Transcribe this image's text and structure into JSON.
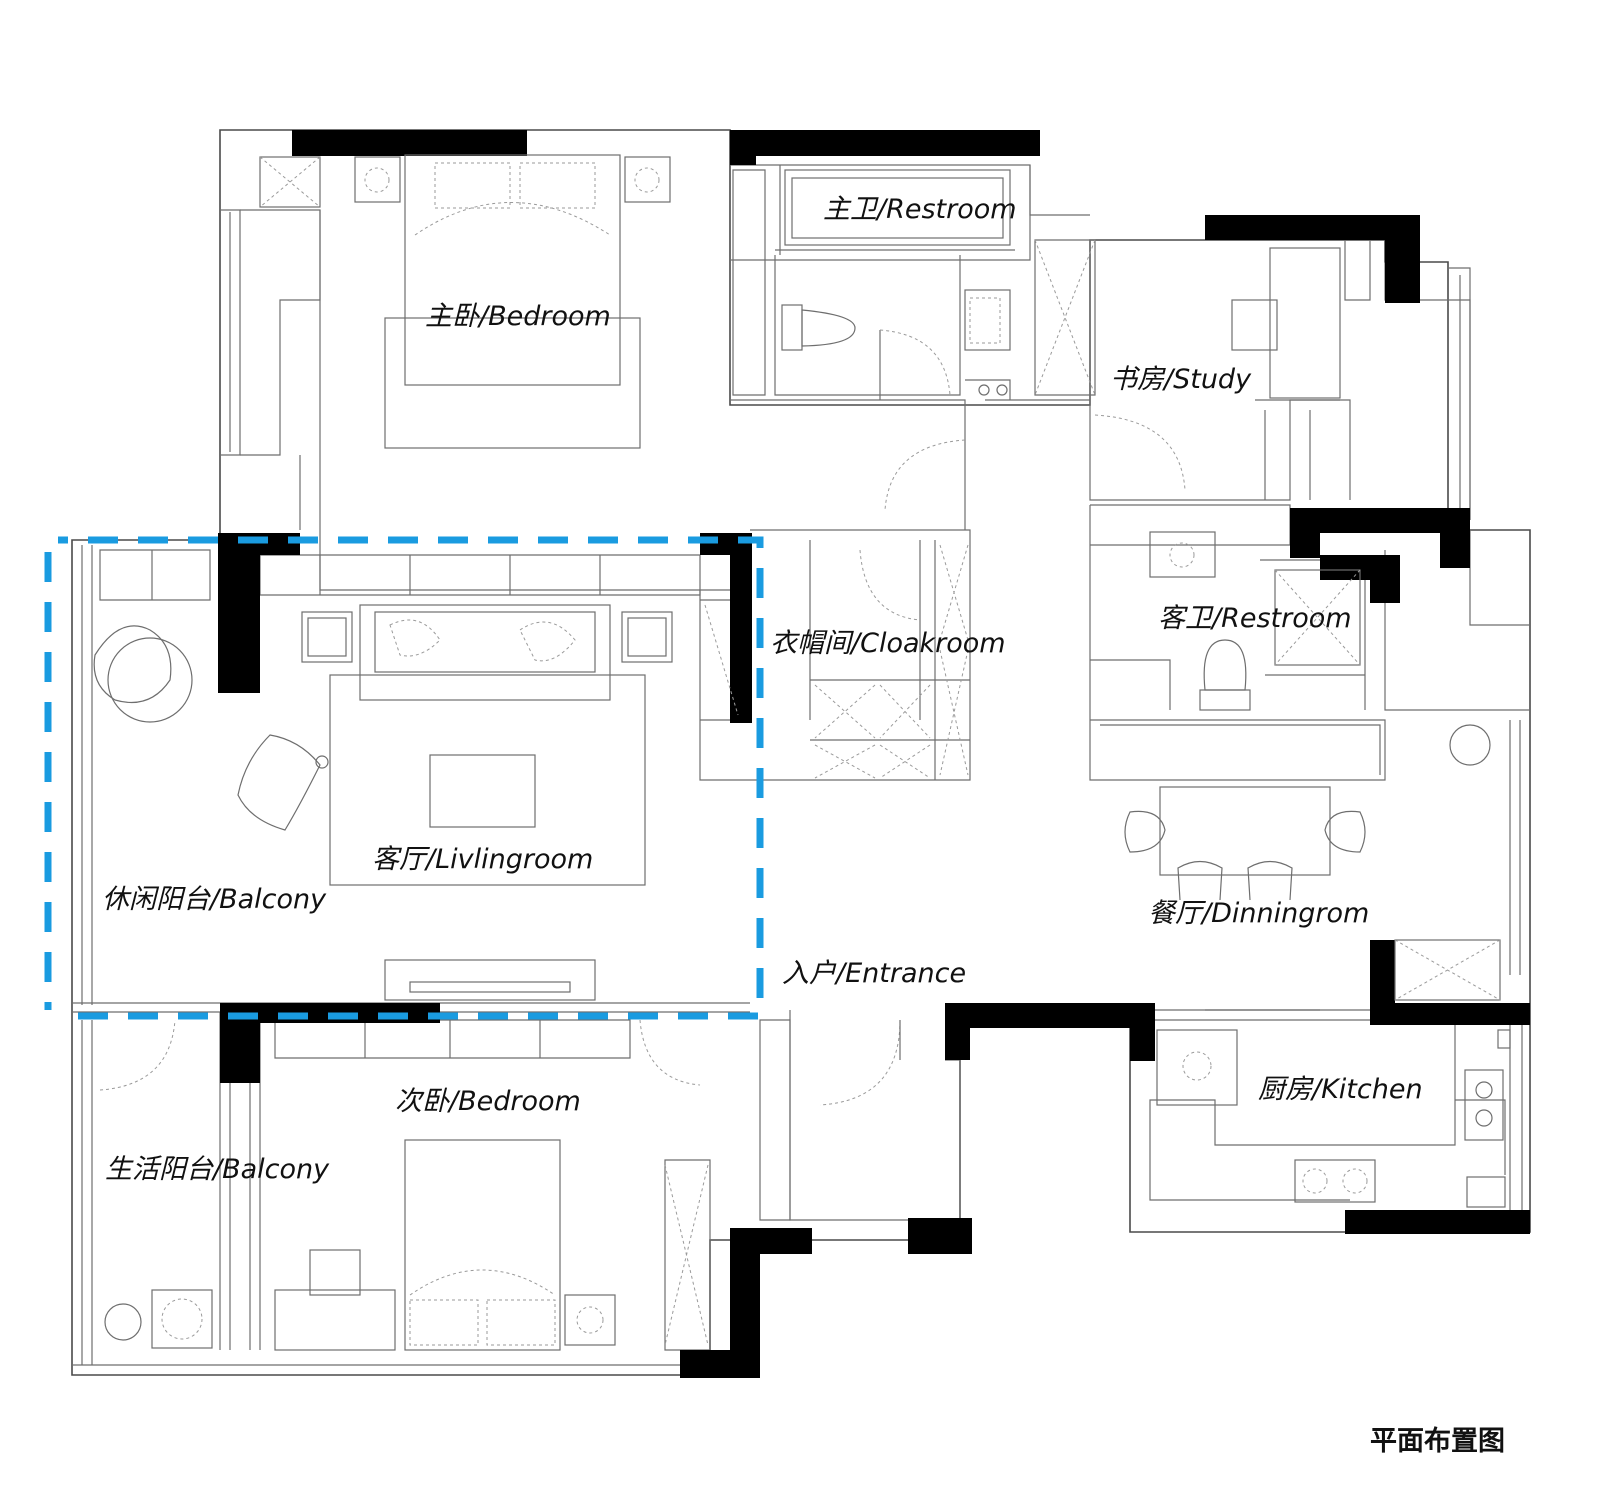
{
  "rooms": {
    "master_bedroom": "主卧/Bedroom",
    "master_restroom": "主卫/Restroom",
    "study": "书房/Study",
    "cloakroom": "衣帽间/Cloakroom",
    "guest_restroom": "客卫/Restroom",
    "livingroom": "客厅/Livlingroom",
    "leisure_balcony": "休闲阳台/Balcony",
    "diningroom": "餐厅/Dinningrom",
    "entrance": "入户/Entrance",
    "second_bedroom": "次卧/Bedroom",
    "service_balcony": "生活阳台/Balcony",
    "kitchen": "厨房/Kitchen"
  },
  "title": "平面布置图",
  "colors": {
    "wall": "#000000",
    "line": "#6e6e6e",
    "highlight": "#1a9be0"
  },
  "icons": [
    "bed-icon",
    "sofa-icon",
    "armchair-icon",
    "toilet-icon",
    "washbasin-icon",
    "bathtub-icon",
    "dining-table-icon",
    "cooktop-icon",
    "desk-icon",
    "washing-machine-icon",
    "door-swing-icon",
    "wardrobe-icon"
  ]
}
